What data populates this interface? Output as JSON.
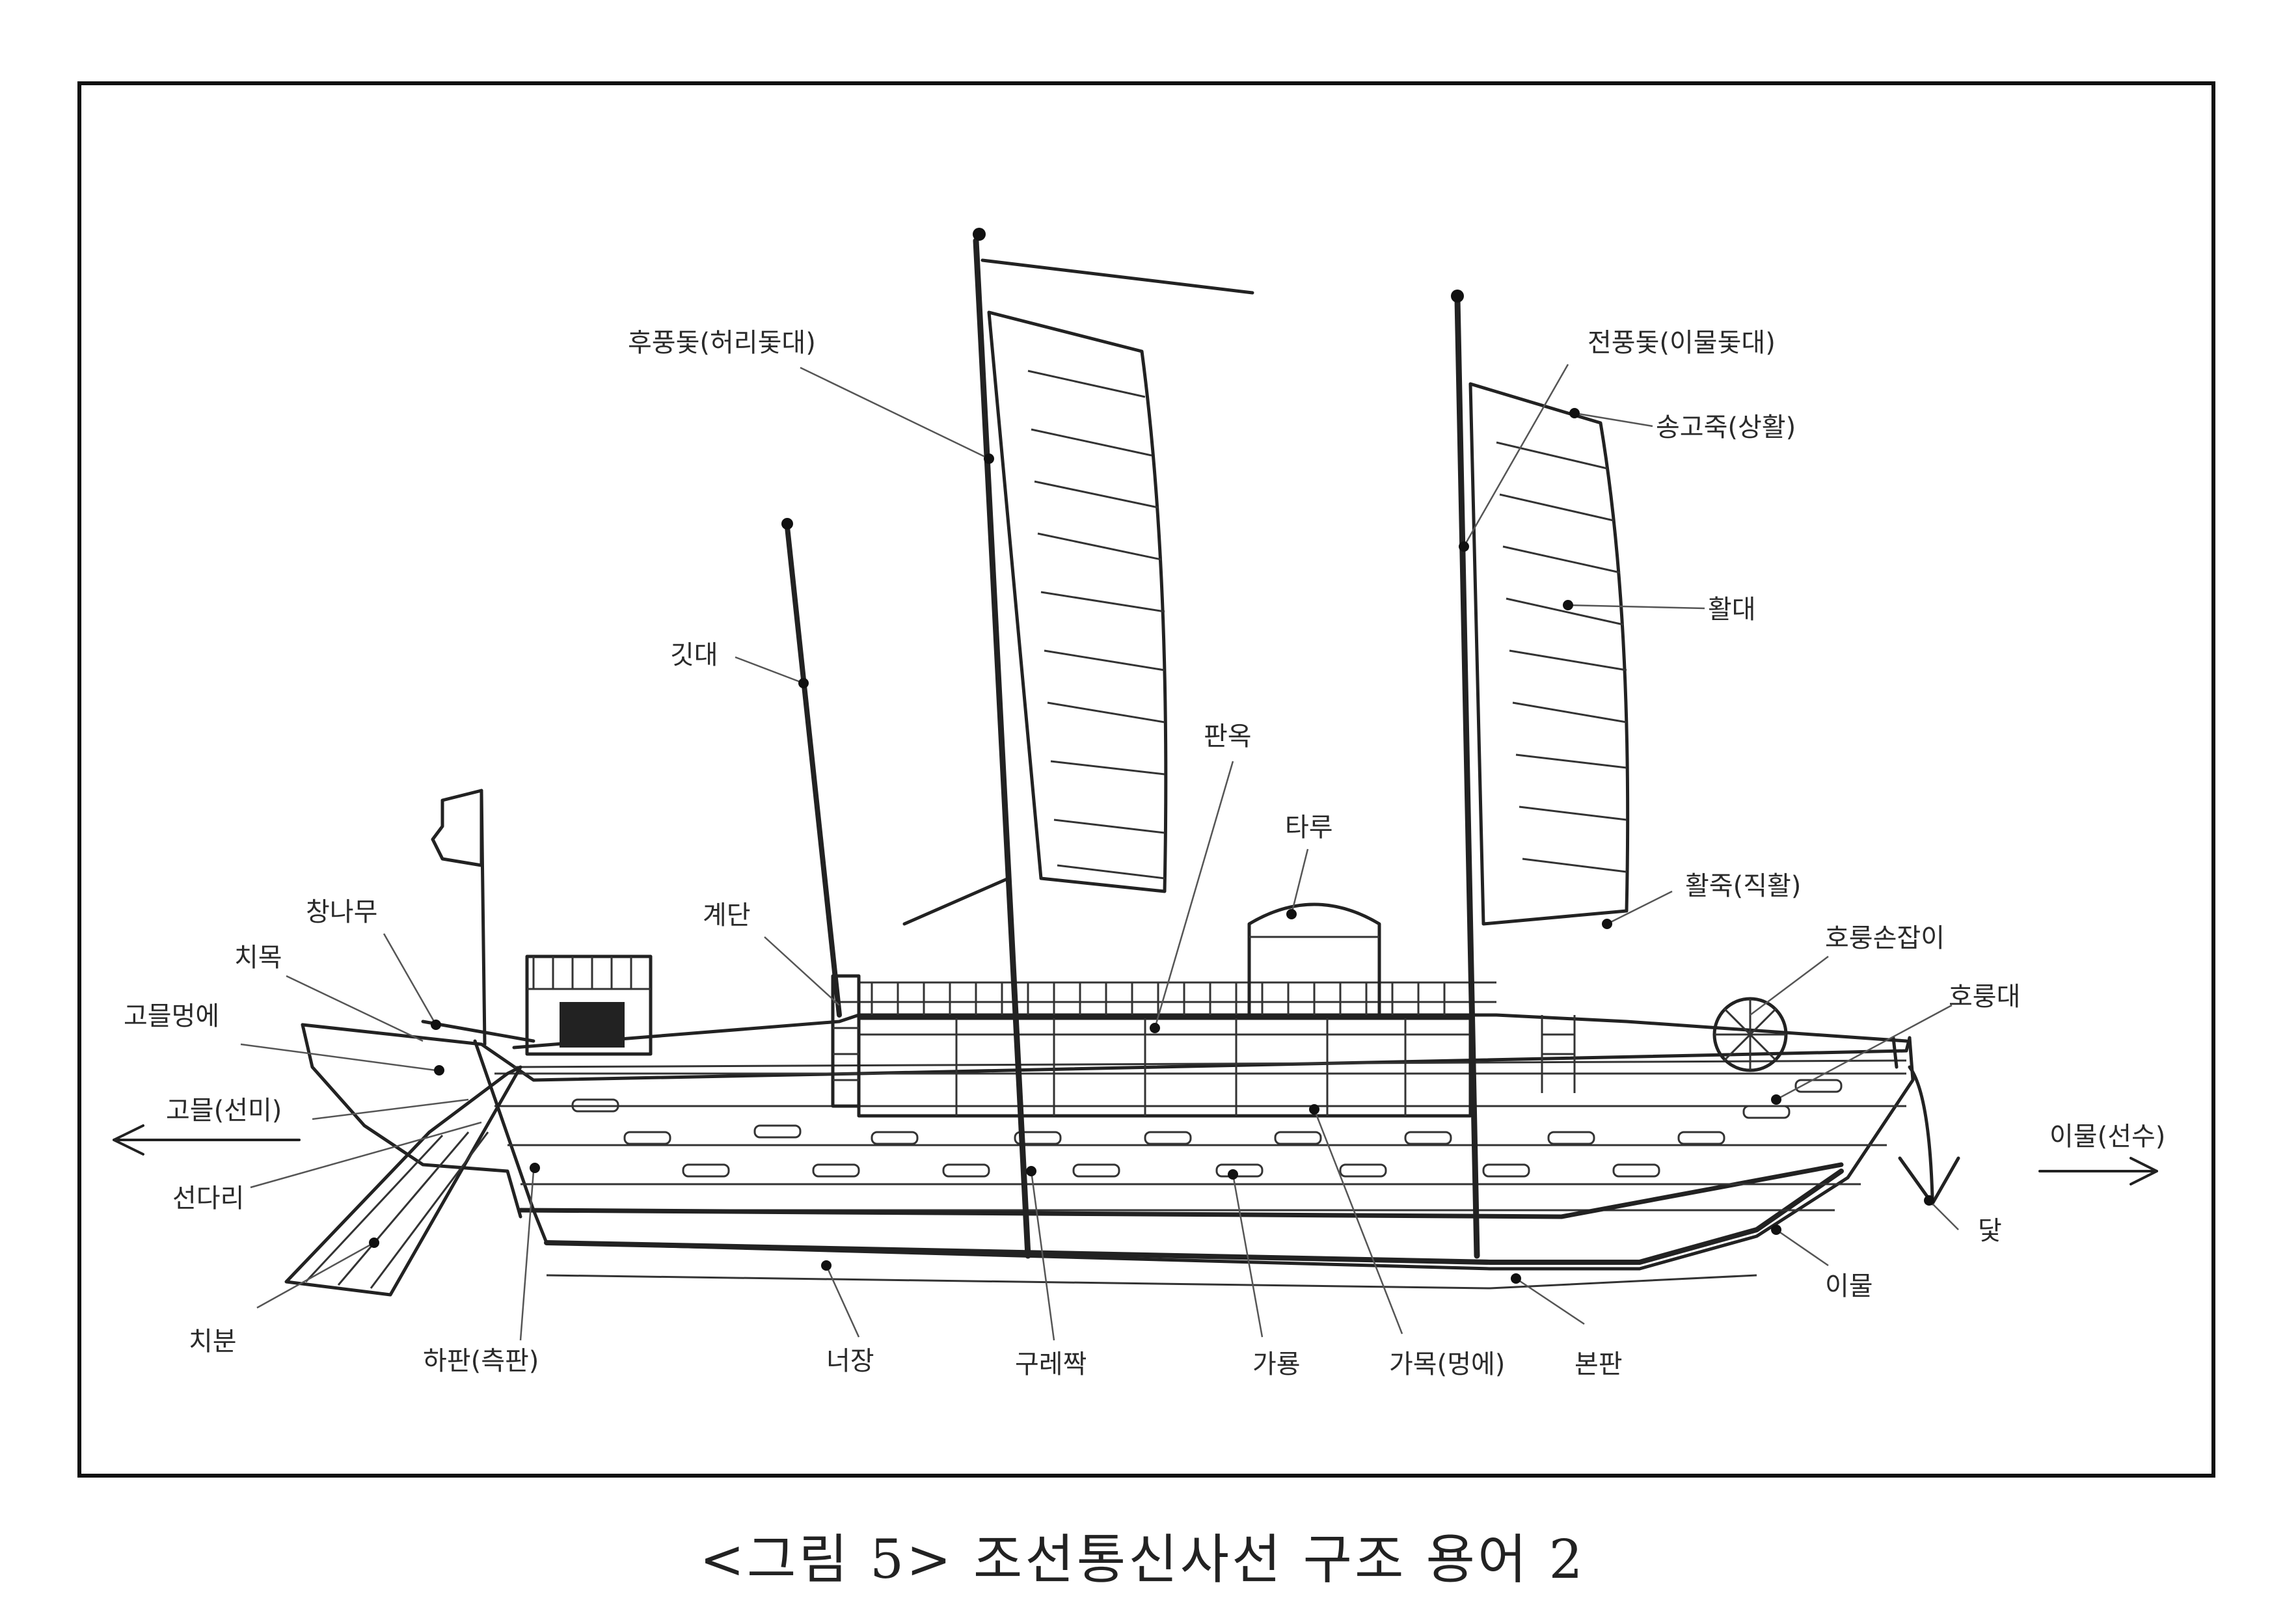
{
  "caption": "<그림 5> 조선통신사선 구조 용어 2",
  "labels": {
    "hupung": "후풍돛(허리돛대)",
    "jeonpung": "전풍돛(이물돛대)",
    "songgojuk": "송고죽(상활)",
    "hwaldae": "활대",
    "gitdae": "깃대",
    "panok": "판옥",
    "taru": "타루",
    "hwaljuk": "활죽(직활)",
    "gyedan": "계단",
    "changnamu": "창나무",
    "chimok": "치목",
    "gomulmeome": "고믈멍에",
    "gomul": "고믈(선미)",
    "seondari": "선다리",
    "chibun": "치분",
    "hapan": "하판(측판)",
    "neojang": "너장",
    "gurejjak": "구레짝",
    "gareung": "가룡",
    "gamok": "가목(멍에)",
    "bonpan": "본판",
    "homul": "호룽손잡이",
    "horongdae": "호룽대",
    "imul_seonsu": "이물(선수)",
    "dat": "닻",
    "imul": "이물"
  }
}
